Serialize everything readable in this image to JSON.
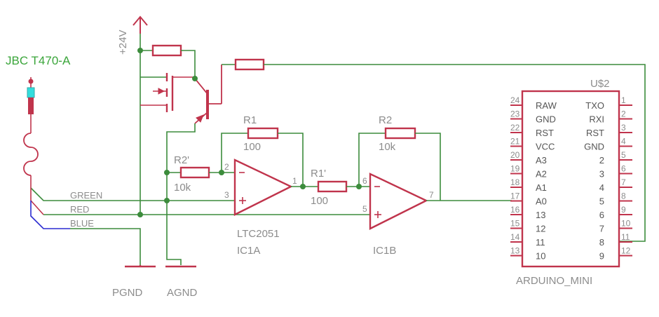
{
  "probe_label": "JBC T470-A",
  "supply_label": "+24V",
  "wire_labels": {
    "green": "GREEN",
    "red": "RED",
    "blue": "BLUE"
  },
  "grounds": {
    "power": "PGND",
    "analog": "AGND"
  },
  "resistors": {
    "r1": {
      "name": "R1",
      "value": "100"
    },
    "r2": {
      "name": "R2",
      "value": "10k"
    },
    "r1p": {
      "name": "R1'",
      "value": "100"
    },
    "r2p": {
      "name": "R2'",
      "value": "10k"
    }
  },
  "opamp_a": {
    "part": "LTC2051",
    "ref": "IC1A",
    "pins": {
      "inv": "2",
      "noninv": "3",
      "out": "1"
    }
  },
  "opamp_b": {
    "ref": "IC1B",
    "pins": {
      "inv": "6",
      "noninv": "5",
      "out": "7"
    }
  },
  "arduino": {
    "ref": "U$2",
    "name": "ARDUINO_MINI",
    "left_pins": [
      {
        "num": "24",
        "label": "RAW"
      },
      {
        "num": "23",
        "label": "GND"
      },
      {
        "num": "22",
        "label": "RST"
      },
      {
        "num": "21",
        "label": "VCC"
      },
      {
        "num": "20",
        "label": "A3"
      },
      {
        "num": "19",
        "label": "A2"
      },
      {
        "num": "18",
        "label": "A1"
      },
      {
        "num": "17",
        "label": "A0"
      },
      {
        "num": "16",
        "label": "13"
      },
      {
        "num": "15",
        "label": "12"
      },
      {
        "num": "14",
        "label": "11"
      },
      {
        "num": "13",
        "label": "10"
      }
    ],
    "right_pins": [
      {
        "num": "1",
        "label": "TXO"
      },
      {
        "num": "2",
        "label": "RXI"
      },
      {
        "num": "3",
        "label": "RST"
      },
      {
        "num": "4",
        "label": "GND"
      },
      {
        "num": "5",
        "label": "2"
      },
      {
        "num": "6",
        "label": "3"
      },
      {
        "num": "7",
        "label": "4"
      },
      {
        "num": "8",
        "label": "5"
      },
      {
        "num": "9",
        "label": "6"
      },
      {
        "num": "10",
        "label": "7"
      },
      {
        "num": "11",
        "label": "8"
      },
      {
        "num": "12",
        "label": "9"
      }
    ]
  }
}
